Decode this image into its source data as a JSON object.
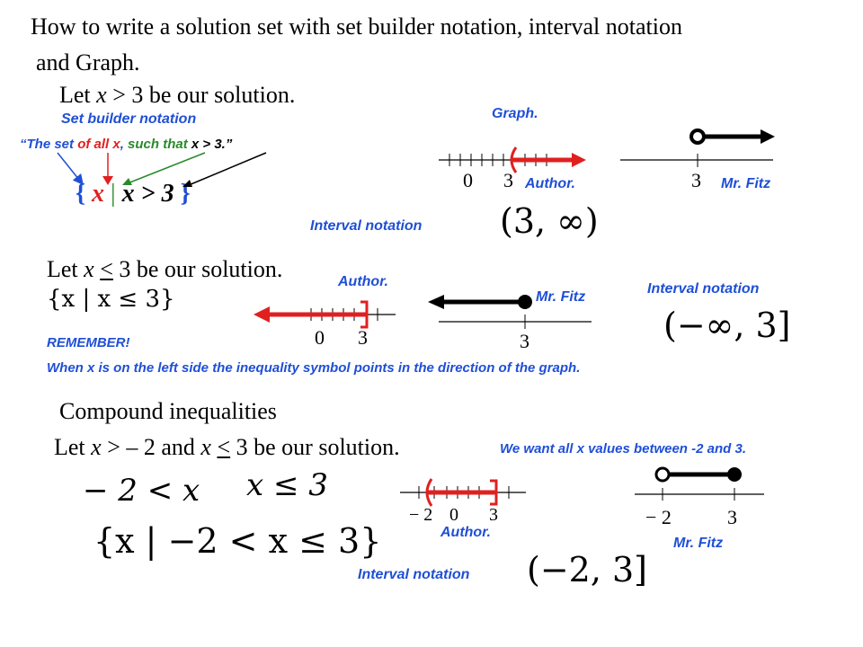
{
  "header": {
    "title_line1": "How to write a solution set with set builder notation, interval notation",
    "title_line2": "and Graph."
  },
  "section1": {
    "heading_pre": "Let ",
    "heading_var": "x",
    "heading_post": " > 3 be our solution.",
    "set_builder_label": "Set builder notation",
    "quote": {
      "open": "“The set ",
      "of_all_x": "of all x",
      "comma": ", ",
      "such_that": "such that",
      "rest": " x > 3.”"
    },
    "set_notation": {
      "open_brace": "{",
      "x": "x",
      "bar": "|",
      "condition": "x > 3",
      "close_brace": "}"
    },
    "graph_label": "Graph.",
    "author_label": "Author.",
    "fitz_label": "Mr. Fitz",
    "interval_label": "Interval notation",
    "interval_value": "(3, ∞)",
    "ticks": {
      "zero": "0",
      "three": "3"
    },
    "fitz_tick": "3"
  },
  "section2": {
    "heading_pre": "Let ",
    "heading_var": "x",
    "heading_sym": "<",
    "heading_post": " 3 be our solution.",
    "set_notation": "{x | x ≤ 3}",
    "author_label": "Author.",
    "fitz_label": "Mr. Fitz",
    "interval_label": "Interval notation",
    "interval_value": "(−∞, 3]",
    "ticks": {
      "zero": "0",
      "three": "3"
    },
    "fitz_tick": "3",
    "remember_title": "REMEMBER!",
    "remember_text": "When x is on the left side the inequality symbol points in the direction of the graph."
  },
  "section3": {
    "heading": "Compound  inequalities",
    "line_pre": "Let ",
    "var1": "x",
    "mid1": " > – 2 and  ",
    "var2": "x",
    "sym2": "<",
    "line_post": " 3 be our solution.",
    "note": "We want all x values between -2 and 3.",
    "ineq1": "− 2 < x",
    "ineq2": "x ≤ 3",
    "set_notation": "{x | −2 < x ≤ 3}",
    "author_label": "Author.",
    "fitz_label": "Mr. Fitz",
    "interval_label": "Interval notation",
    "interval_value": "(−2, 3]",
    "ticks": {
      "neg2": "− 2",
      "zero": "0",
      "three": "3"
    },
    "fitz_ticks": {
      "neg2": "− 2",
      "three": "3"
    }
  },
  "colors": {
    "accent_blue": "#1f4fd6",
    "red": "#e02020",
    "green": "#2a8a2a",
    "black": "#000000"
  },
  "icons": [
    "arrow-right-icon",
    "arrow-left-icon",
    "open-circle-icon",
    "closed-circle-icon"
  ]
}
